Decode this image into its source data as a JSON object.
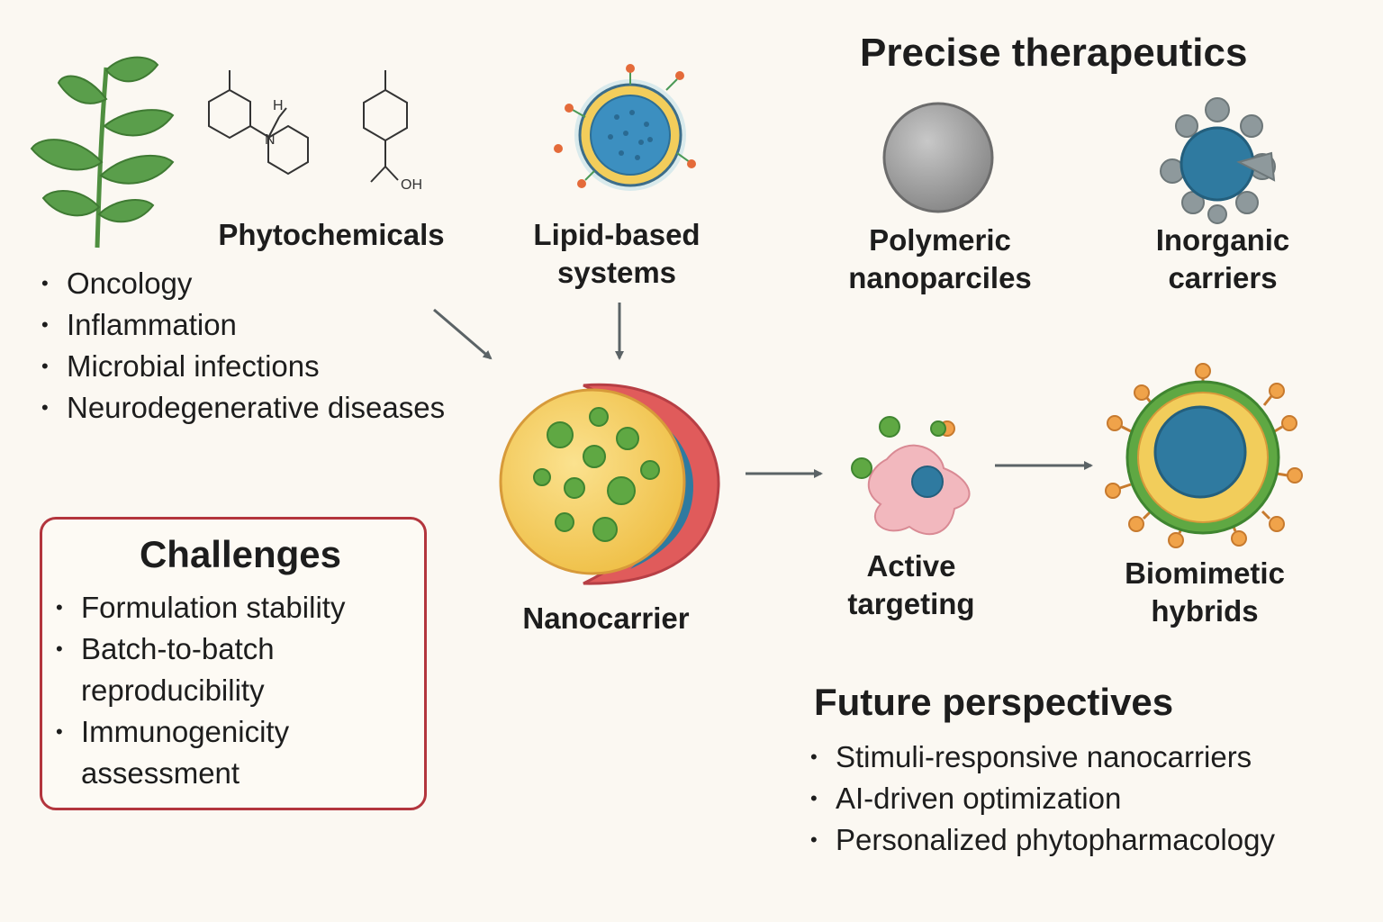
{
  "header": {
    "precise_title": "Precise therapeutics"
  },
  "phytochemicals": {
    "label": "Phytochemicals",
    "uses": [
      "Oncology",
      "Inflammation",
      "Microbial infections",
      "Neurodegenerative diseases"
    ],
    "molecule_labels": {
      "h": "H",
      "n": "N",
      "oh": "OH"
    }
  },
  "lipid": {
    "line1": "Lipid-based",
    "line2": "systems"
  },
  "polymeric": {
    "line1": "Polymeric",
    "line2": "nanoparciles"
  },
  "inorganic": {
    "line1": "Inorganic",
    "line2": "carriers"
  },
  "nanocarrier": {
    "label": "Nanocarrier"
  },
  "active": {
    "line1": "Active",
    "line2": "targeting"
  },
  "biomimetic": {
    "line1": "Biomimetic",
    "line2": "hybrids"
  },
  "challenges": {
    "title": "Challenges",
    "items": [
      {
        "line1": "Formulation stability"
      },
      {
        "line1": "Batch-to-batch",
        "line2": "reproducibility"
      },
      {
        "line1": "Immunogenicity",
        "line2": "assessment"
      }
    ]
  },
  "future": {
    "title": "Future perspectives",
    "items": [
      "Stimuli-responsive nanocarriers",
      "AI-driven optimization",
      "Personalized phytopharmacology"
    ]
  },
  "colors": {
    "leaf": "#5a9e4b",
    "yellow": "#f2cd5b",
    "green_dot": "#5fa843",
    "red_membrane": "#e05b5b",
    "blue": "#2f7aa0",
    "gray_arrow": "#5b6366",
    "border_red": "#b3353d"
  }
}
